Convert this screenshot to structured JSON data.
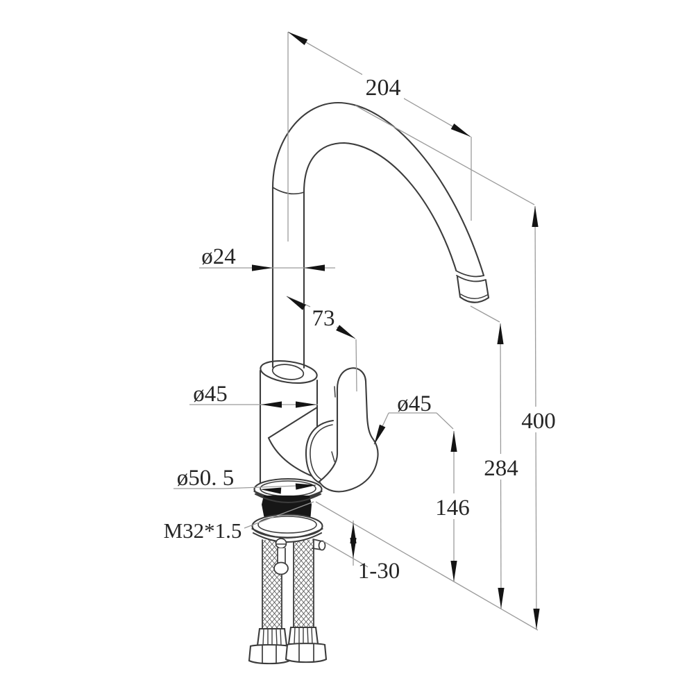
{
  "drawing": {
    "type": "technical-dimension-drawing",
    "subject": "single-handle gooseneck kitchen faucet with mounting hardware and braided supply hoses"
  },
  "dimensions": {
    "spout_reach": {
      "label": "204"
    },
    "spout_tube_diameter": {
      "label": "ø24"
    },
    "handle_offset": {
      "label": "73"
    },
    "body_diameter": {
      "label": "ø45"
    },
    "handle_cap_diameter": {
      "label": "ø45"
    },
    "base_diameter": {
      "label": "ø50. 5"
    },
    "thread_spec": {
      "label": "M32*1.5"
    },
    "deck_thickness": {
      "label": "1-30"
    },
    "height_to_handle": {
      "label": "146"
    },
    "height_to_outlet": {
      "label": "284"
    },
    "total_height": {
      "label": "400"
    }
  },
  "colors": {
    "outline": "#3c3c3c",
    "dim_line": "#9b9b9b",
    "arrow": "#141414",
    "text": "#262626",
    "gasket": "#161616",
    "background": "#ffffff"
  }
}
